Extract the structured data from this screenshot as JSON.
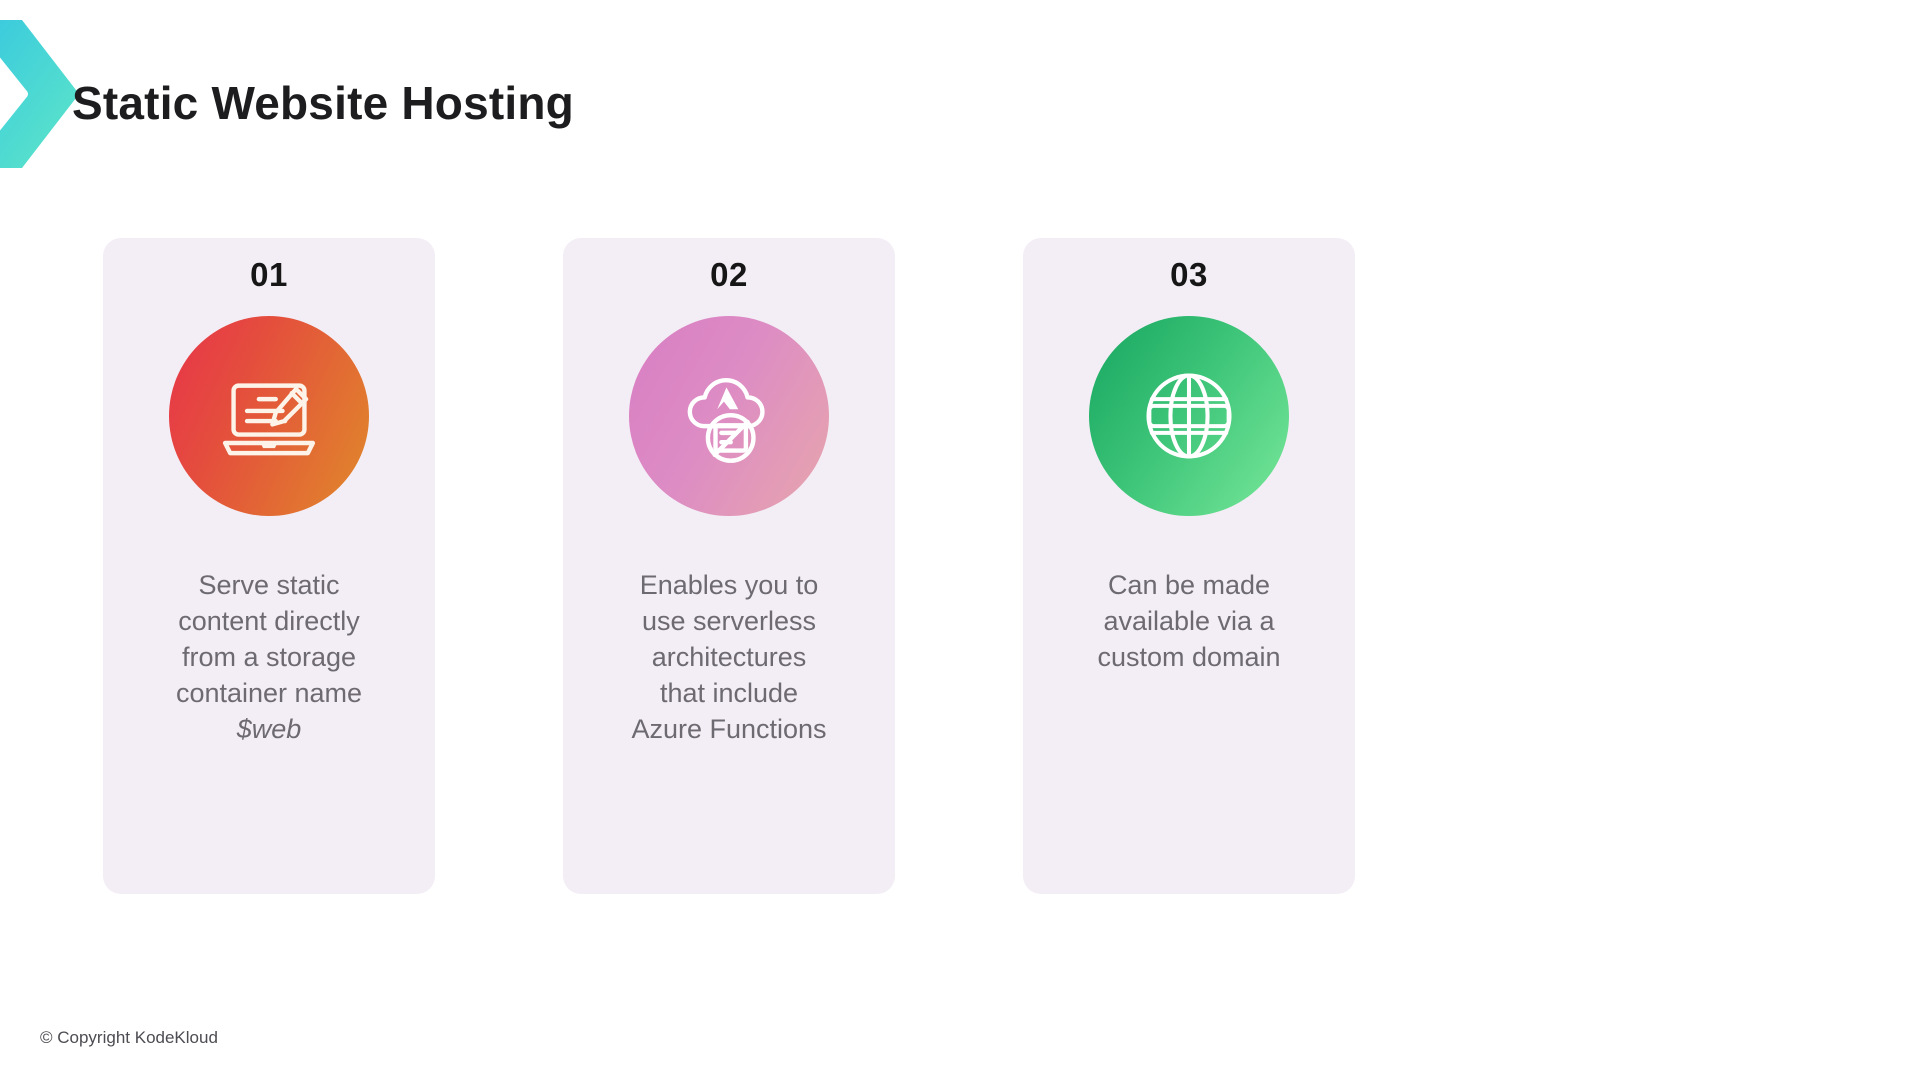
{
  "slide": {
    "title": "Static Website Hosting",
    "background_color": "#ffffff",
    "accent_color": "#3fd9d0"
  },
  "decor": {
    "chevron_icon": "chevron-right-mark",
    "chevron_gradient_from": "#36c8e0",
    "chevron_gradient_to": "#5fe6c8"
  },
  "cards": [
    {
      "number": "01",
      "icon": "laptop-edit-icon",
      "icon_gradient_from": "#e8334a",
      "icon_gradient_to": "#e08a2a",
      "text_lines": [
        "Serve static",
        "content directly",
        "from a storage",
        "container name"
      ],
      "emphasis": "$web"
    },
    {
      "number": "02",
      "icon": "azure-cloud-serverless-icon",
      "icon_gradient_from": "#d97ec4",
      "icon_gradient_to": "#e7a6ac",
      "text_lines": [
        "Enables you to",
        "use serverless",
        "architectures",
        "that include",
        "Azure Functions"
      ],
      "emphasis": ""
    },
    {
      "number": "03",
      "icon": "globe-icon",
      "icon_gradient_from": "#16a55f",
      "icon_gradient_to": "#79e89a",
      "text_lines": [
        "Can be made",
        "available via a",
        "custom domain"
      ],
      "emphasis": ""
    }
  ],
  "footer": {
    "copyright": "© Copyright KodeKloud"
  }
}
